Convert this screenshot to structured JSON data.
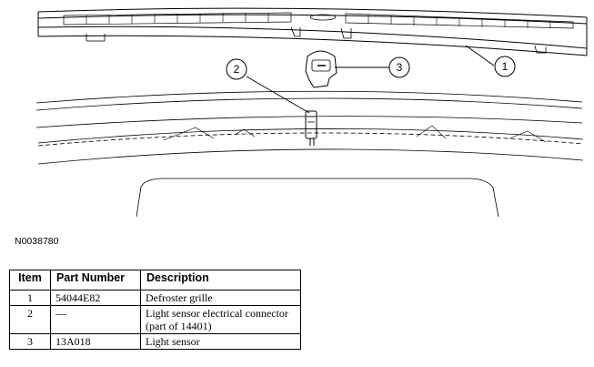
{
  "figure": {
    "id": "N0038780"
  },
  "callouts": [
    "1",
    "2",
    "3"
  ],
  "table": {
    "headers": [
      "Item",
      "Part Number",
      "Description"
    ],
    "rows": [
      {
        "item": "1",
        "part_number": "54044E82",
        "description": "Defroster grille"
      },
      {
        "item": "2",
        "part_number": "—",
        "description": "Light sensor electrical connector (part of 14401)"
      },
      {
        "item": "3",
        "part_number": "13A018",
        "description": "Light sensor"
      }
    ]
  }
}
